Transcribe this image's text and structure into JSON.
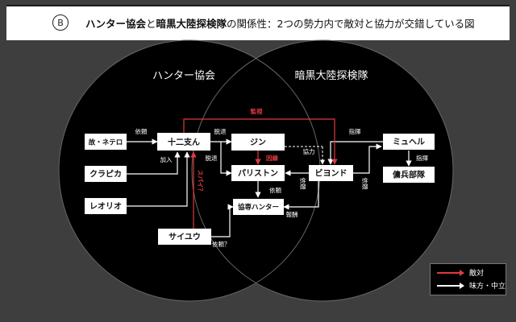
{
  "header": {
    "badge": "B",
    "title_part1": "ハンター協会",
    "title_part2": "と",
    "title_part3": "暗黒大陸探検隊",
    "title_part4": "の関係性：2つの勢力内で敵対と協力が交錯している図"
  },
  "circles": {
    "left": "ハンター協会",
    "right": "暗黒大陸探検隊"
  },
  "nodes": {
    "netero": "故・ネテロ",
    "juunishi": "十二支ん",
    "kurapika": "クラピカ",
    "leorio": "レオリオ",
    "saiyuu": "サイユウ",
    "jin": "ジン",
    "pariston": "パリストン",
    "kyousen": "協専ハンター",
    "beyond": "ビヨンド",
    "mueru": "ミュヘル",
    "youhei": "傭兵部隊"
  },
  "edges": {
    "irai1": "依頼",
    "kanshi": "監視",
    "datsutai1": "脱退",
    "datsutai2": "脱退",
    "kanyuu": "加入",
    "spy": "スパイ？",
    "inen": "因縁",
    "kyouryoku": "協力",
    "irai2": "依頼",
    "irai3": "依頼",
    "houshuu": "報酬",
    "irai4": "依頼？",
    "shiki1": "指揮",
    "shiki2": "指揮",
    "irai5": "依頼"
  },
  "legend": {
    "hostile": "敵対",
    "ally": "味方・中立",
    "hostile_color": "#e0393e",
    "ally_color": "#ffffff"
  }
}
